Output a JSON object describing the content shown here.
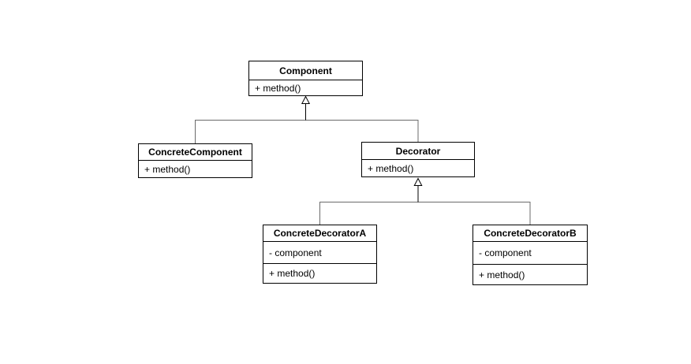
{
  "colors": {
    "background": "#ffffff",
    "box_fill": "#ffffff",
    "box_border": "#000000",
    "connector_tree": "#6b6b6b",
    "connector_stem": "#000000",
    "text": "#000000"
  },
  "classes": [
    {
      "name": "Component",
      "attributes": [],
      "methods": [
        "+ method()"
      ]
    },
    {
      "name": "ConcreteComponent",
      "attributes": [],
      "methods": [
        "+ method()"
      ]
    },
    {
      "name": "Decorator",
      "attributes": [],
      "methods": [
        "+ method()"
      ]
    },
    {
      "name": "ConcreteDecoratorA",
      "attributes": [
        "- component"
      ],
      "methods": [
        "+ method()"
      ]
    },
    {
      "name": "ConcreteDecoratorB",
      "attributes": [
        "- component"
      ],
      "methods": [
        "+ method()"
      ]
    }
  ],
  "relationships": [
    {
      "type": "generalization",
      "from": "ConcreteComponent",
      "to": "Component"
    },
    {
      "type": "generalization",
      "from": "Decorator",
      "to": "Component"
    },
    {
      "type": "generalization",
      "from": "ConcreteDecoratorA",
      "to": "Decorator"
    },
    {
      "type": "generalization",
      "from": "ConcreteDecoratorB",
      "to": "Decorator"
    }
  ]
}
